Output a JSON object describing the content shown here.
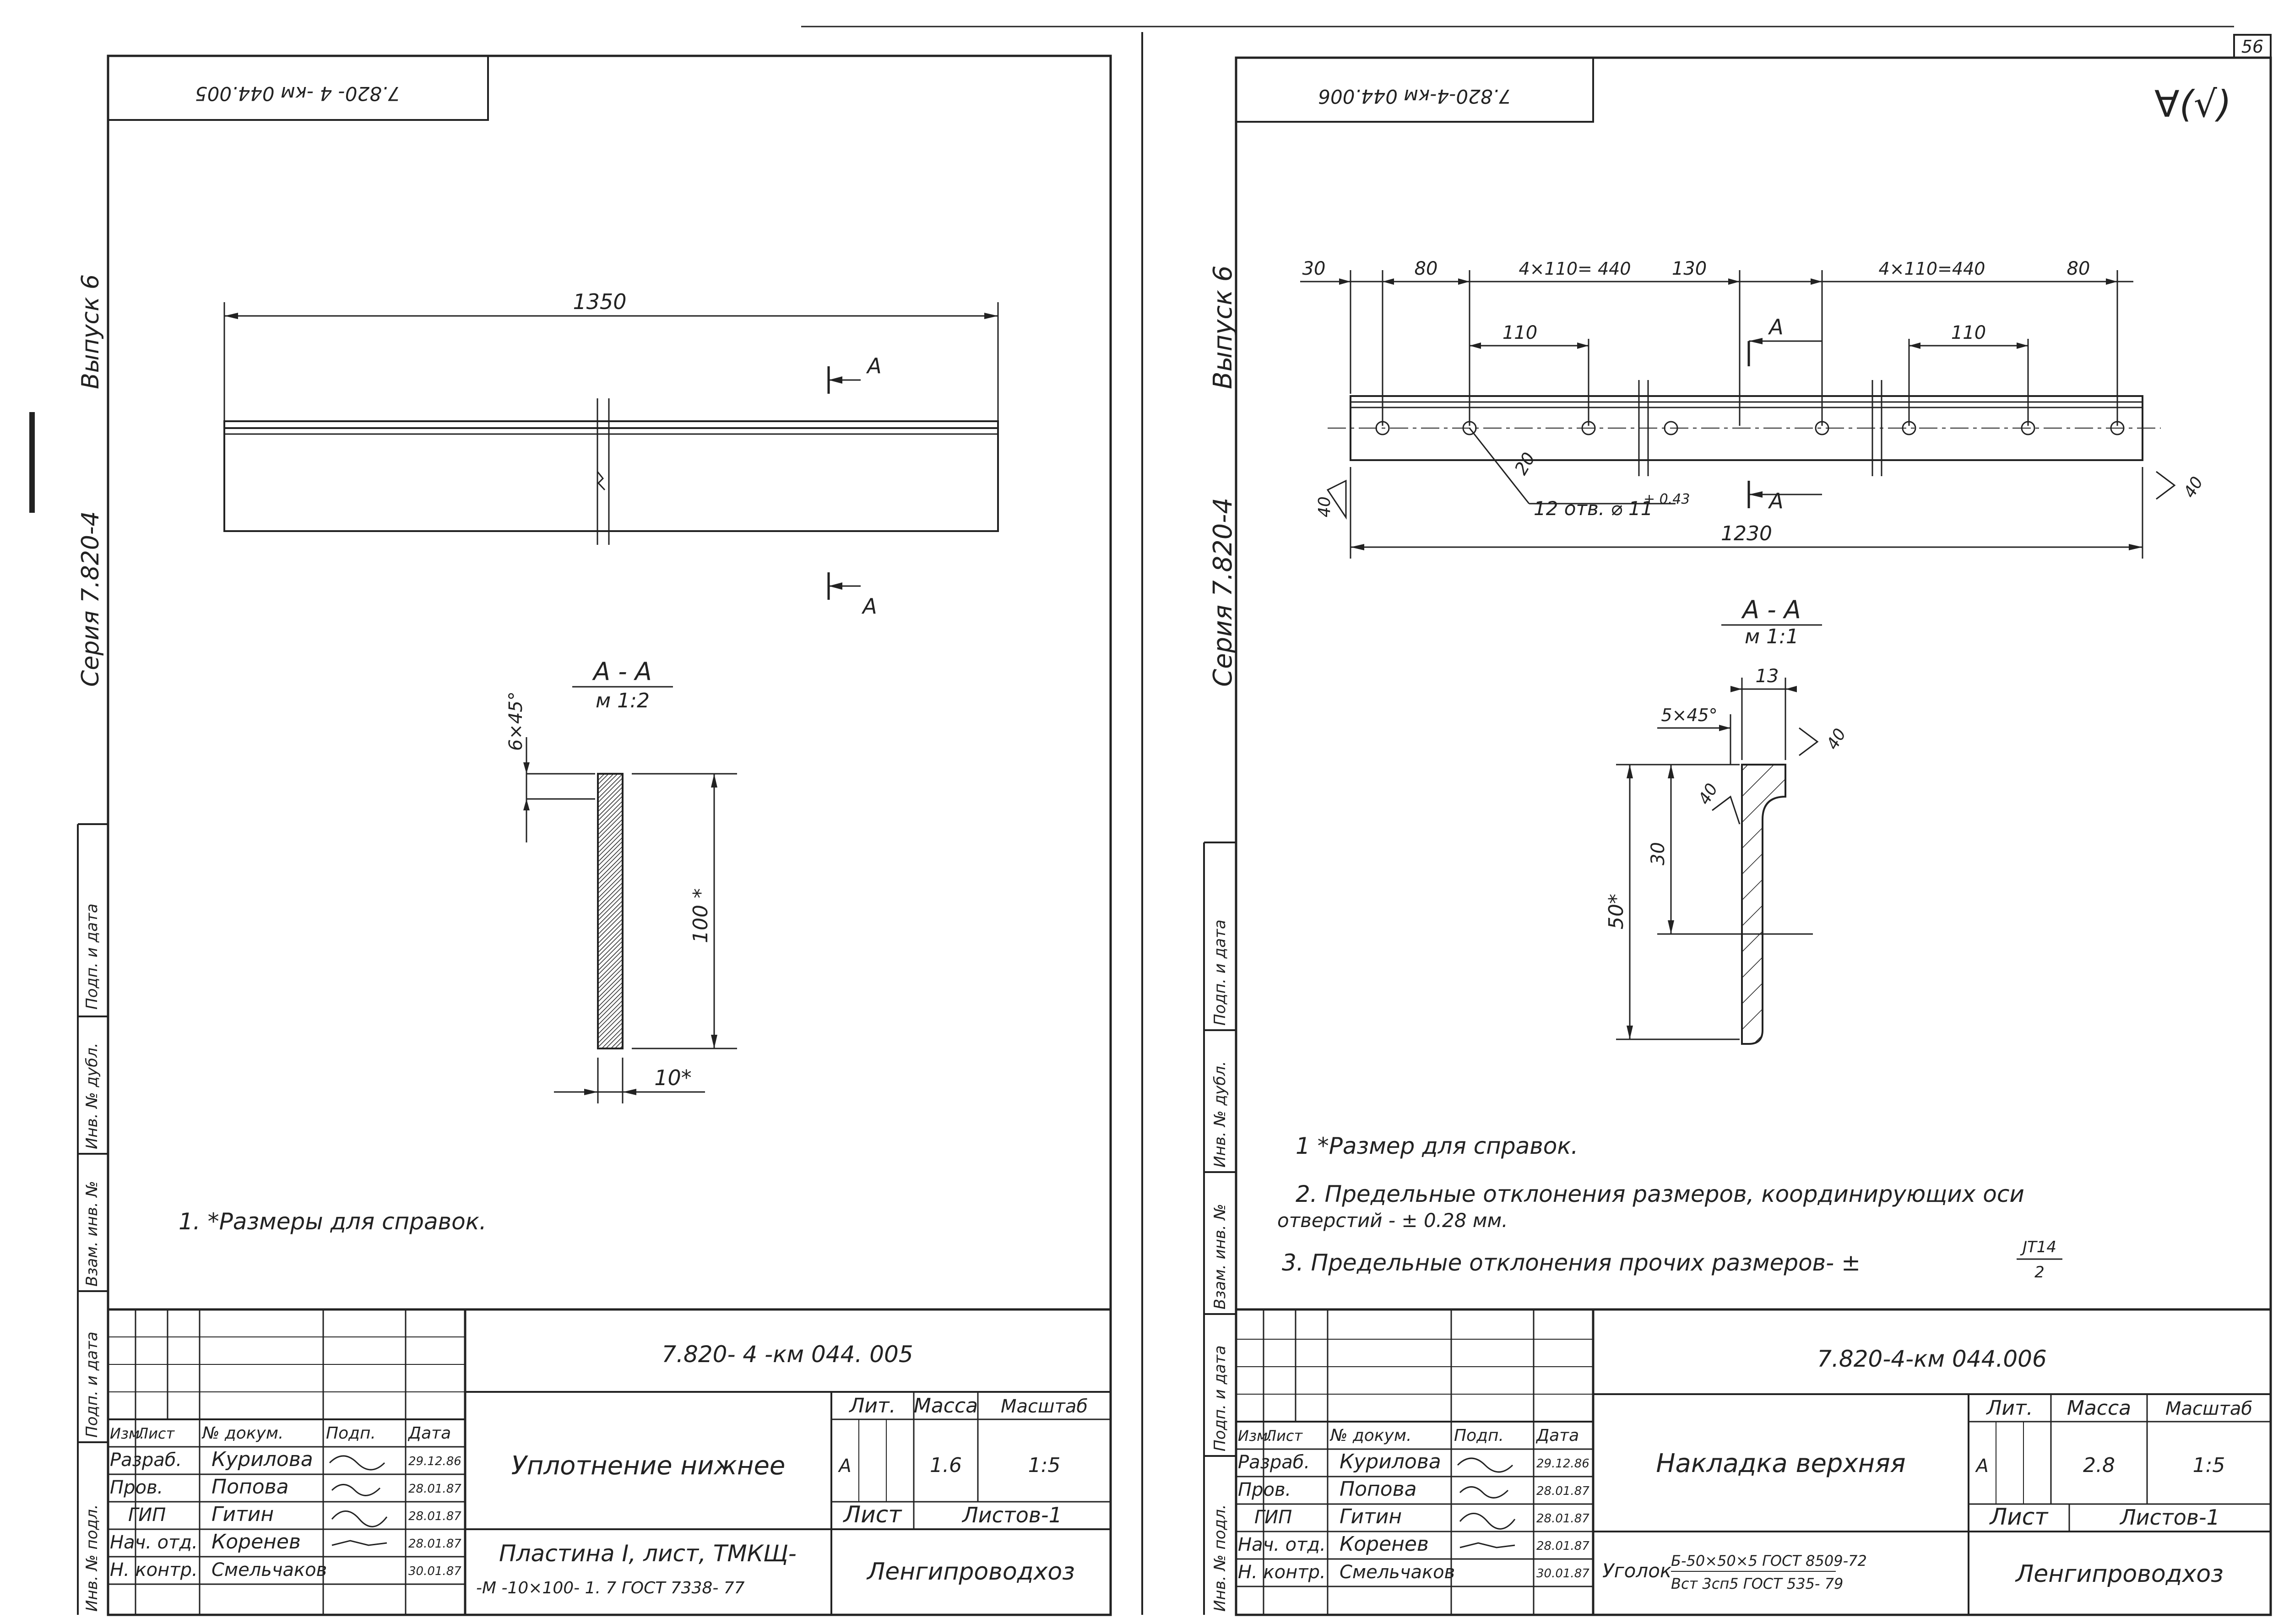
{
  "page_number": "56",
  "left": {
    "code_stamp": "7.820- 4 -км 044.005",
    "series_vert": "Серия  7.820-4",
    "issue_vert": "Выпуск 6",
    "dim_1350": "1350",
    "sect_mark": "А",
    "section_title": "А - А",
    "section_scale": "м 1:2",
    "chamfer": "6×45°",
    "dim_100": "100 *",
    "dim_10": "10*",
    "note1": "1. *Размеры для  справок.",
    "doc_code": "7.820- 4 -км 044. 005",
    "title_name": "Уплотнение нижнее",
    "material_1": "Пластина I, лист, ТМКЩ-",
    "material_2": "-М -10×100- 1. 7 ГОСТ 7338- 77",
    "lit_value": "А",
    "mass": "1.6",
    "scale": "1:5",
    "org": "Ленгипроводхоз"
  },
  "right": {
    "code_stamp": "7.820-4-км 044.006",
    "series_vert": "Серия  7.820-4",
    "issue_vert": "Выпуск 6",
    "corner_mark": "∀(√)",
    "dims_top": [
      "30",
      "80",
      "4×110= 440",
      "130",
      "4×110=440",
      "80"
    ],
    "dim_110a": "110",
    "dim_110b": "110",
    "sect_mark": "А",
    "dim_20": "20",
    "holes": "12 отв. ⌀ 11",
    "holes_tol": "+ 0.43",
    "dim_40a": "40",
    "dim_40b": "40",
    "dim_1230": "1230",
    "section_title": "А - А",
    "section_scale": "м 1:1",
    "dim_13": "13",
    "chamfer": "5×45°",
    "dim_40c": "40",
    "dim_40d": "40",
    "dim_30": "30",
    "dim_50": "50*",
    "note1": "1  *Размер   для   справок.",
    "note2a": "2.  Предельные   отклонения  размеров, координирующих  оси",
    "note2b": "отверстий -  ± 0.28 мм.",
    "note3": "3.  Предельные    отклонения   прочих  размеров- ±",
    "note3_frac_top": "JT14",
    "note3_frac_bot": "2",
    "doc_code": "7.820-4-км 044.006",
    "title_name": "Накладка  верхняя",
    "material_label": "Уголок",
    "material_1": "Б-50×50×5 ГОСТ 8509-72",
    "material_2": "Вст 3сп5 ГОСТ 535- 79",
    "lit_value": "А",
    "mass": "2.8",
    "scale": "1:5",
    "org": "Ленгипроводхоз"
  },
  "sidebar_labels": [
    "Подп. и дата",
    "Инв. № дубл.",
    "Взам. инв. №",
    "Подп. и дата",
    "Инв. № подл."
  ],
  "title_block": {
    "col_headers": [
      "Изм.",
      "Лист",
      "№ докум.",
      "Подп.",
      "Дата"
    ],
    "roles": [
      "Разраб.",
      "Пров.",
      "ГИП",
      "Нач. отд.",
      "Н. контр."
    ],
    "names": [
      "Курилова",
      "Попова",
      "Гитин",
      "Коренев",
      "Смельчаков"
    ],
    "dates": [
      "29.12.86",
      "28.01.87",
      "28.01.87",
      "28.01.87",
      "30.01.87"
    ],
    "lit_label": "Лит.",
    "mass_label": "Масса",
    "scale_label": "Масштаб",
    "sheet_label": "Лист",
    "sheets_label": "Листов-1"
  }
}
